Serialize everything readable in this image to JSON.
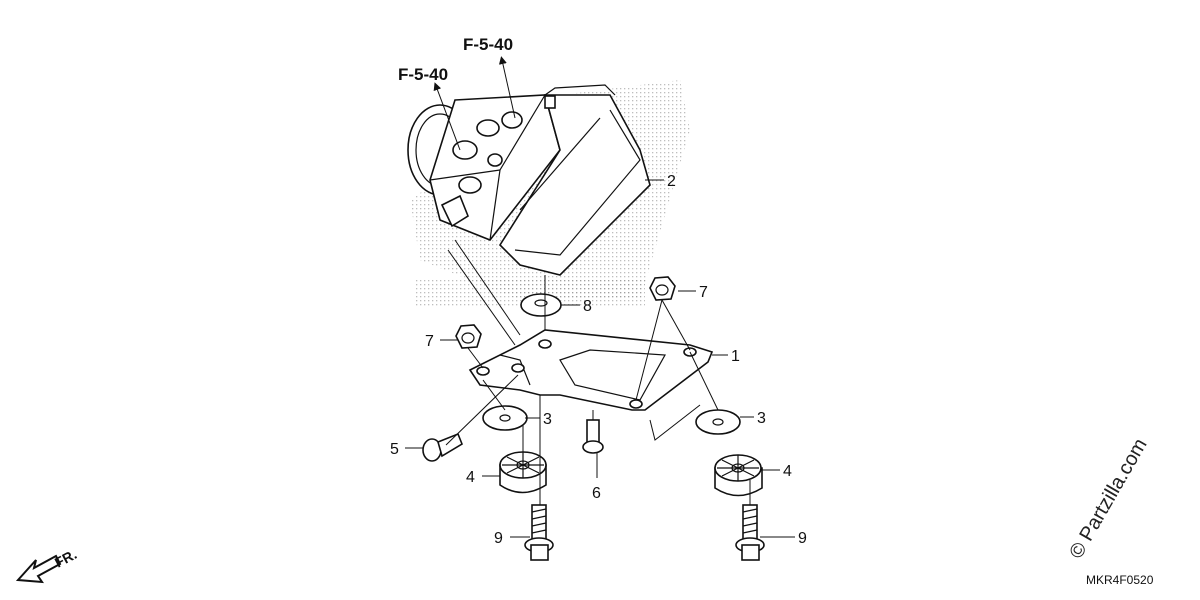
{
  "refs": {
    "ref_left": "F-5-40",
    "ref_right": "F-5-40"
  },
  "callouts": {
    "c1": "1",
    "c2": "2",
    "c3a": "3",
    "c3b": "3",
    "c4a": "4",
    "c4b": "4",
    "c5": "5",
    "c6": "6",
    "c7a": "7",
    "c7b": "7",
    "c8": "8",
    "c9a": "9",
    "c9b": "9"
  },
  "diagram_code": "MKR4F0520",
  "watermark": "© Partzilla.com",
  "direction_label": "FR.",
  "icons": {
    "front": "front-arrow-icon"
  }
}
